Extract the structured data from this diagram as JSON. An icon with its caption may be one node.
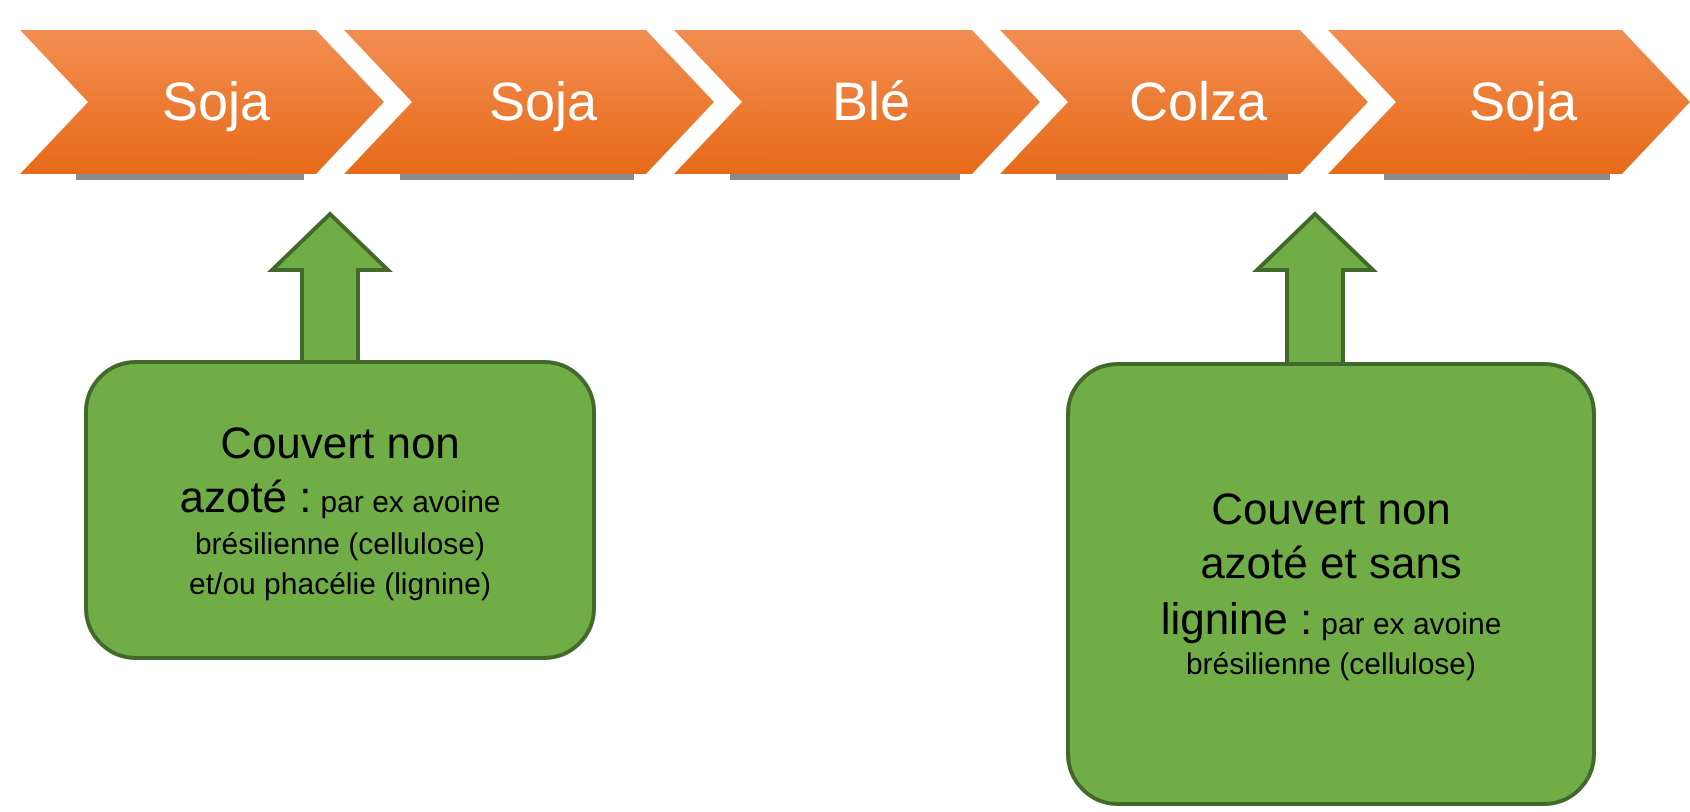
{
  "diagram": {
    "nodes": [
      {
        "text": [
          "Soja"
        ]
      },
      {
        "text": [
          "Soja"
        ]
      },
      {
        "text": [
          "Blé"
        ]
      },
      {
        "text": [
          "Colza"
        ]
      },
      {
        "text": [
          "Soja"
        ]
      },
      {
        "text": [
          "Couvert non azoté :",
          "par ex avoine brésilienne (cellulose) et/ou phacélie (lignine)"
        ]
      },
      {
        "text": [
          "Couvert non azoté et sans lignine :",
          "par ex avoine brésilienne (cellulose)"
        ]
      }
    ],
    "edges": [
      {
        "from": 5,
        "to": 1,
        "arrow": "to"
      },
      {
        "from": 6,
        "to": 4,
        "arrow": "to"
      }
    ]
  }
}
